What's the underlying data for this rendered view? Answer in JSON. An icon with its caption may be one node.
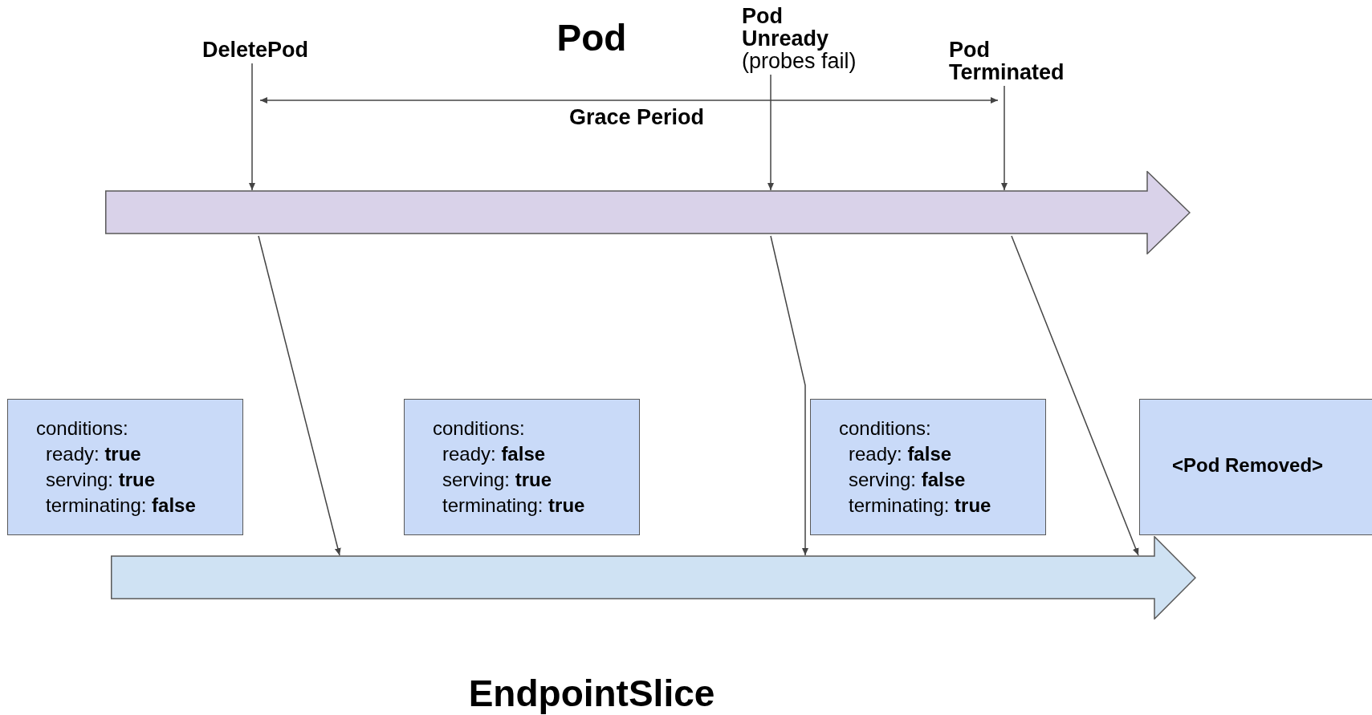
{
  "diagram": {
    "nodes": [
      {
        "text": [
          "DeletePod"
        ]
      },
      {
        "text": [
          "Pod Unready",
          "(probes fail)"
        ]
      },
      {
        "text": [
          "Pod Terminated"
        ]
      },
      {
        "text": [],
        "shape": "arrow"
      },
      {
        "text": [
          "conditions:",
          "ready: **true**",
          "serving: **true**",
          "terminating: **false**"
        ]
      },
      {
        "text": [
          "conditions:",
          "ready: **false**",
          "serving: **true**",
          "terminating: **true**"
        ]
      },
      {
        "text": [
          "conditions:",
          "ready: **false**",
          "serving: **false**",
          "terminating: **true**"
        ]
      },
      {
        "text": [
          "<Pod Removed>"
        ]
      },
      {
        "text": [],
        "shape": "arrow"
      }
    ],
    "edges": [
      {
        "from": 0,
        "to": 3,
        "arrow": "to"
      },
      {
        "from": 1,
        "to": 3,
        "arrow": "to"
      },
      {
        "from": 2,
        "to": 3,
        "arrow": "to"
      },
      {
        "from": 3,
        "to": 8,
        "arrow": "to"
      },
      {
        "from": 3,
        "to": 8,
        "arrow": "to"
      },
      {
        "from": 3,
        "to": 8,
        "arrow": "to"
      }
    ],
    "labels": [
      "Pod",
      "Grace Period",
      "EndpointSlice"
    ]
  }
}
